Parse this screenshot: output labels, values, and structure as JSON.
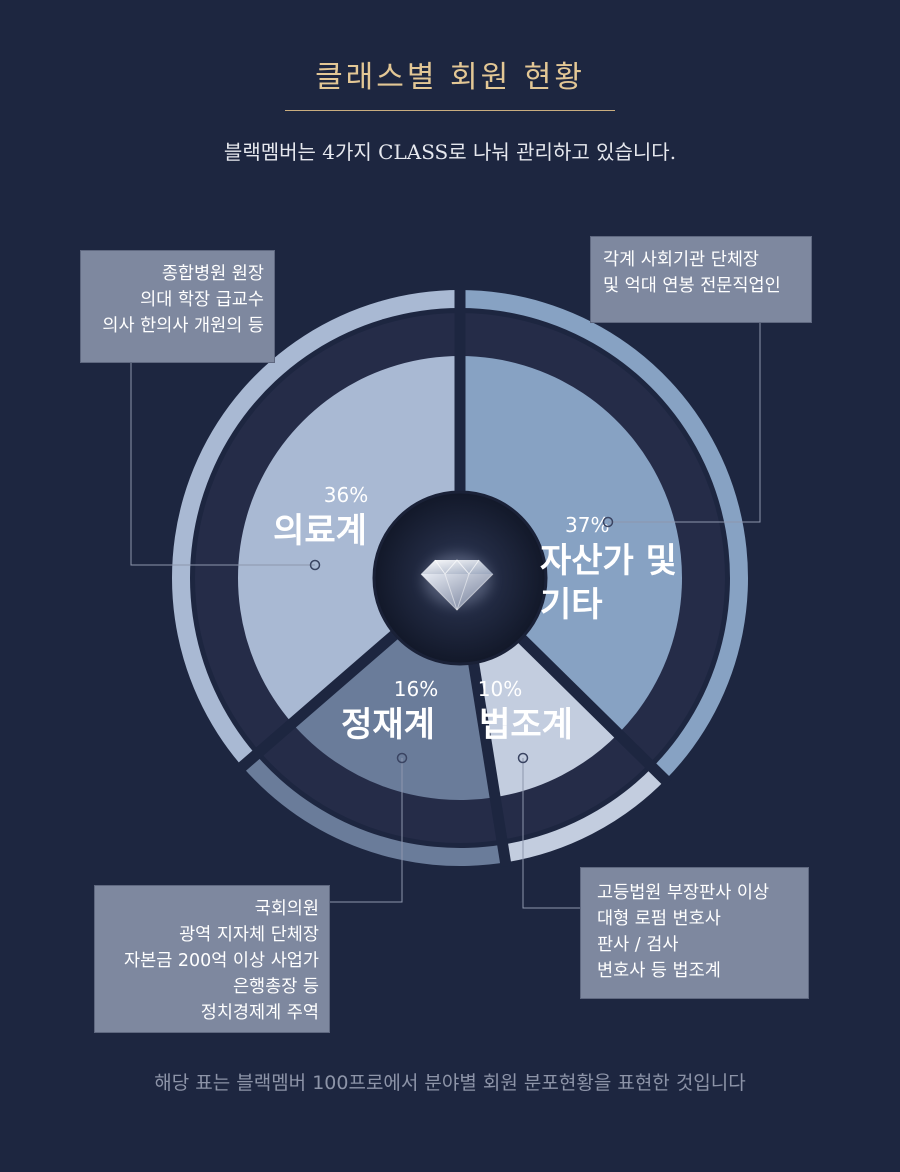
{
  "header": {
    "title": "클래스별 회원 현황",
    "subtitle": "블랙멤버는 4가지 CLASS로 나눠 관리하고 있습니다."
  },
  "chart_data": {
    "type": "pie",
    "title": "클래스별 회원 현황",
    "slices": [
      {
        "key": "asset",
        "label": "자산가 및 기타",
        "label_lines": [
          "자산가 및",
          "기타"
        ],
        "value": 37,
        "value_label": "37%",
        "color": "#87a2c3",
        "ring_color": "#87a2c3"
      },
      {
        "key": "law",
        "label": "법조계",
        "label_lines": [
          "법조계"
        ],
        "value": 10,
        "value_label": "10%",
        "color": "#c3cddf",
        "ring_color": "#c3cddf"
      },
      {
        "key": "politics",
        "label": "정재계",
        "label_lines": [
          "정재계"
        ],
        "value": 16,
        "value_label": "16%",
        "color": "#6a7c9a",
        "ring_color": "#6a7c9a"
      },
      {
        "key": "medical",
        "label": "의료계",
        "label_lines": [
          "의료계"
        ],
        "value": 36,
        "value_label": "36%",
        "color": "#a9b9d3",
        "ring_color": "#a9b9d3"
      }
    ],
    "center_icon": "diamond-icon"
  },
  "callouts": {
    "medical": [
      "종합병원 원장",
      "의대 학장 급교수",
      "의사 한의사 개원의 등"
    ],
    "asset": [
      "각계 사회기관 단체장",
      "및 억대 연봉 전문직업인"
    ],
    "politics": [
      "국회의원",
      "광역 지자체 단체장",
      "자본금 200억 이상 사업가",
      "은행총장 등",
      "정치경제계 주역"
    ],
    "law": [
      "고등법원 부장판사 이상",
      "대형 로펌 변호사",
      "판사 / 검사",
      "변호사 등 법조계"
    ]
  },
  "footer": {
    "note": "해당 표는 블랙멤버 100프로에서 분야별 회원 분포현황을 표현한 것입니다"
  },
  "colors": {
    "background": "#1d2640",
    "title_gold": "#e3c795",
    "center_dark": "#131a2e",
    "ring_gap": "#252c48",
    "callout_box": "#7e889f"
  }
}
